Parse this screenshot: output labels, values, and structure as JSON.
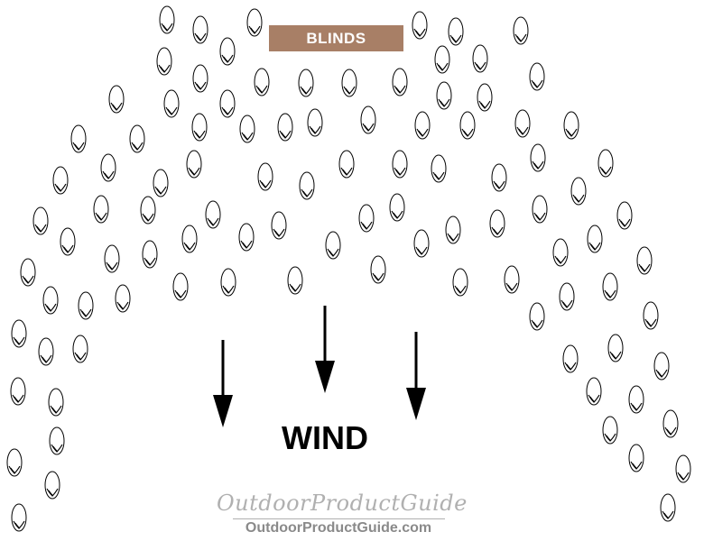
{
  "labels": {
    "blinds": "BLINDS",
    "wind": "WIND"
  },
  "watermark": {
    "script": "OutdoorProductGuide",
    "url": "OutdoorProductGuide.com"
  },
  "colors": {
    "blinds_badge": "#a87f66",
    "decoy_outline": "#000000",
    "arrow": "#000000",
    "watermark": "#8a8a8a"
  },
  "icons": {
    "decoy": "duck-decoy-icon",
    "arrow": "arrow-down-icon"
  }
}
